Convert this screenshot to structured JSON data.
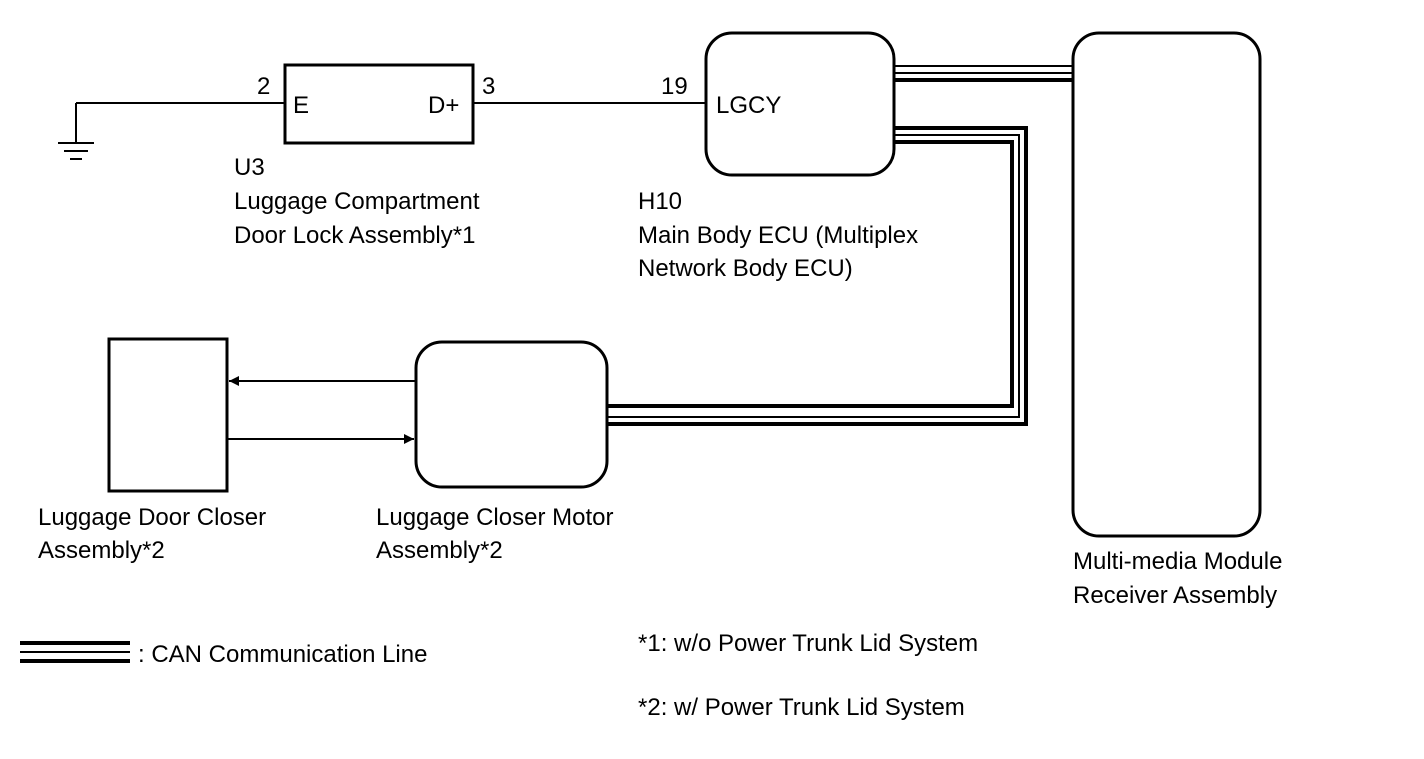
{
  "colors": {
    "line": "#000000",
    "background": "#ffffff"
  },
  "icons": {
    "ground": "ground-symbol-icon"
  },
  "door_lock": {
    "pin_left": "2",
    "pin_left_label": "E",
    "pin_right": "3",
    "pin_right_label": "D+",
    "code": "U3",
    "name_line1": "Luggage Compartment",
    "name_line2": "Door Lock Assembly*1"
  },
  "main_body_ecu": {
    "pin": "19",
    "pin_label": "LGCY",
    "code": "H10",
    "name_line1": "Main Body ECU (Multiplex",
    "name_line2": "Network Body ECU)"
  },
  "door_closer": {
    "name_line1": "Luggage Door Closer",
    "name_line2": "Assembly*2"
  },
  "closer_motor": {
    "name_line1": "Luggage Closer Motor",
    "name_line2": "Assembly*2"
  },
  "multimedia": {
    "name_line1": "Multi-media Module",
    "name_line2": "Receiver Assembly"
  },
  "legend": {
    "can_label": ": CAN Communication Line"
  },
  "notes": {
    "note1": "*1: w/o Power Trunk Lid System",
    "note2": "*2: w/ Power Trunk Lid System"
  }
}
